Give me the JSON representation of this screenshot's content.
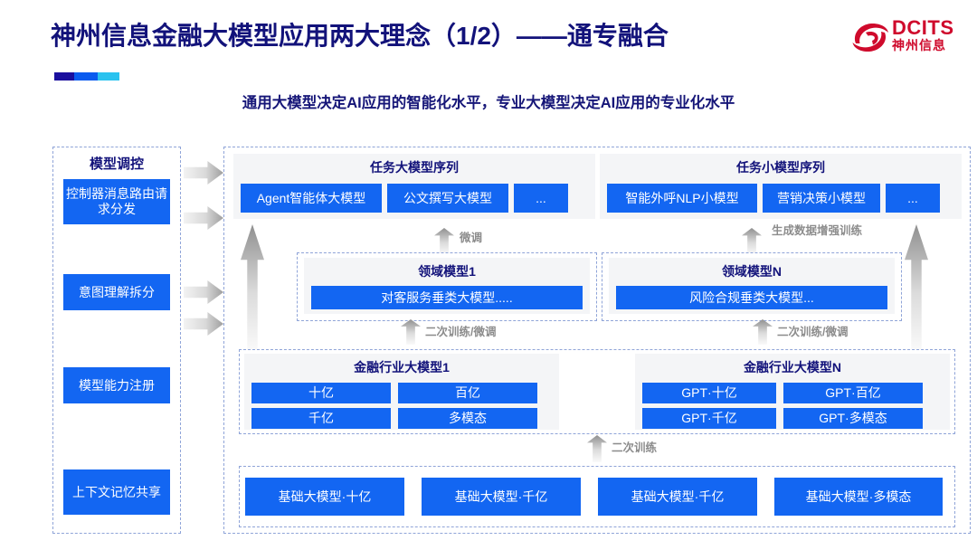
{
  "header": {
    "title": "神州信息金融大模型应用两大理念（1/2）——通专融合",
    "subtitle": "通用大模型决定AI应用的智能化水平，专业大模型决定AI应用的专业化水平",
    "accent_colors": [
      "#1a0f9e",
      "#0a5bef",
      "#2ac2ef"
    ],
    "logo": {
      "mark_name": "dcits-swirl-logo-icon",
      "en": "DCITS",
      "cn": "神州信息",
      "color": "#cf0a2c"
    }
  },
  "colors": {
    "brand_blue": "#1366f2",
    "title_navy": "#12127a",
    "dashed_border": "#8fa4d8",
    "panel_gray": "#f4f5f7",
    "arrow_gray": "#9e9e9e"
  },
  "sidebar": {
    "title": "模型调控",
    "items": [
      {
        "label": "控制器消息路由请求分发"
      },
      {
        "label": "意图理解拆分"
      },
      {
        "label": "模型能力注册"
      },
      {
        "label": "上下文记忆共享"
      }
    ]
  },
  "task_layer": {
    "left": {
      "title": "任务大模型序列",
      "items": [
        "Agent智能体大模型",
        "公文撰写大模型",
        "..."
      ]
    },
    "right": {
      "title": "任务小模型序列",
      "items": [
        "智能外呼NLP小模型",
        "营销决策小模型",
        "..."
      ]
    }
  },
  "domain_layer": {
    "left": {
      "title": "领域模型1",
      "items": [
        "对客服务垂类大模型....."
      ]
    },
    "right": {
      "title": "领域模型N",
      "items": [
        "风险合规垂类大模型..."
      ]
    }
  },
  "industry_layer": {
    "left": {
      "title": "金融行业大模型1",
      "items": [
        "十亿",
        "百亿",
        "千亿",
        "多模态"
      ]
    },
    "right": {
      "title": "金融行业大模型N",
      "items": [
        "GPT·十亿",
        "GPT·百亿",
        "GPT·千亿",
        "GPT·多模态"
      ]
    }
  },
  "base_layer": {
    "items": [
      "基础大模型·十亿",
      "基础大模型·千亿",
      "基础大模型·千亿",
      "基础大模型·多模态"
    ]
  },
  "arrow_labels": {
    "finetune": "微调",
    "data_aug": "生成数据增强训练",
    "retrain_finetune_left": "二次训练/微调",
    "retrain_finetune_right": "二次训练/微调",
    "retrain": "二次训练"
  }
}
